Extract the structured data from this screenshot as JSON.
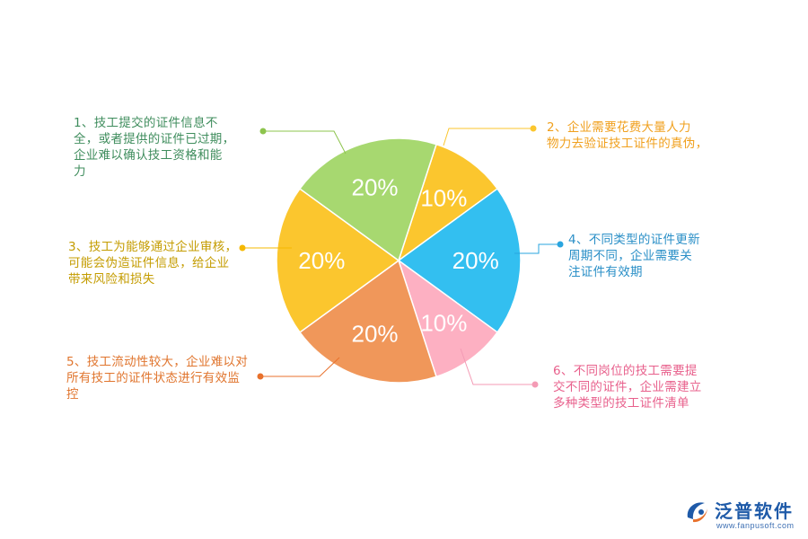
{
  "chart_data": {
    "type": "pie",
    "title": "",
    "slices": [
      {
        "label": "10%",
        "value": 10,
        "color": "#fbc62e"
      },
      {
        "label": "20%",
        "value": 20,
        "color": "#33bff0"
      },
      {
        "label": "10%",
        "value": 10,
        "color": "#fdb0c2"
      },
      {
        "label": "20%",
        "value": 20,
        "color": "#f0975a"
      },
      {
        "label": "20%",
        "value": 20,
        "color": "#fbc62e"
      },
      {
        "label": "20%",
        "value": 20,
        "color": "#a7d870"
      }
    ]
  },
  "annotations": [
    {
      "id": 1,
      "text": "1、技工提交的证件信息不\n全，或者提供的证件已过期，\n企业难以确认技工资格和能\n力",
      "color": "#3f8d5d",
      "dot": "#8dc44d"
    },
    {
      "id": 2,
      "text": "2、企业需要花费大量人力\n物力去验证技工证件的真伪，",
      "color": "#f0a01e",
      "dot": "#fbc62e"
    },
    {
      "id": 3,
      "text": "3、技工为能够通过企业审核，\n可能会伪造证件信息，给企业\n带来风险和损失",
      "color": "#c49c00",
      "dot": "#f5b800"
    },
    {
      "id": 4,
      "text": "4、不同类型的证件更新\n周期不同，企业需要关\n注证件有效期",
      "color": "#2a8fc7",
      "dot": "#2aa5df"
    },
    {
      "id": 5,
      "text": "5、技工流动性较大，企业难以对\n所有技工的证件状态进行有效监\n控",
      "color": "#e0752e",
      "dot": "#e8712c"
    },
    {
      "id": 6,
      "text": "6、不同岗位的技工需要提\n交不同的证件，企业需建立\n多种类型的技工证件清单",
      "color": "#e8608c",
      "dot": "#f49bb5"
    }
  ],
  "logo": {
    "name": "泛普软件",
    "url": "www.fanpusoft.com"
  }
}
